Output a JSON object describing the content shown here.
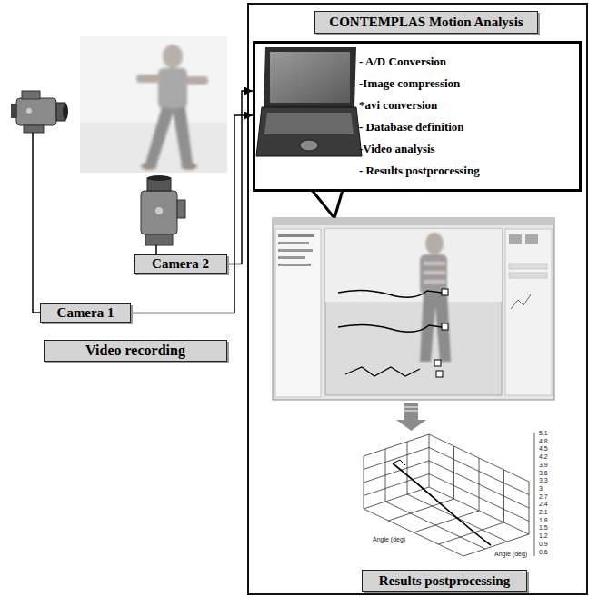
{
  "diagram": {
    "nodes": [
      {
        "text": [
          "CONTEMPLAS Motion Analysis"
        ]
      },
      {
        "text": [
          "- A/D Conversion",
          "-Image compression",
          "*avi conversion",
          "- Database definition",
          "-Video analysis",
          "- Results postprocessing"
        ],
        "in": 0
      },
      {
        "text": [
          "Results postprocessing"
        ],
        "in": 0
      },
      {
        "text": [
          "Camera 2"
        ]
      },
      {
        "text": [
          "Camera 1"
        ]
      },
      {
        "text": [
          "Video recording"
        ]
      }
    ],
    "edges": [
      {
        "from": 3,
        "to": 1,
        "arrow": "to"
      },
      {
        "from": 4,
        "to": 1,
        "arrow": "to"
      }
    ],
    "labels": [
      "5.1",
      "4.8",
      "4.5",
      "4.2",
      "3.9",
      "3.6",
      "3.3",
      "3",
      "2.7",
      "2.4",
      "2.1",
      "1.8",
      "1.5",
      "1.2",
      "0.9",
      "0.6",
      "Angle (deg)",
      "Angle (deg)"
    ]
  }
}
